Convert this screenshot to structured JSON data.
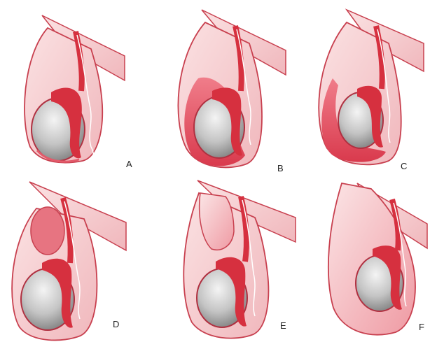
{
  "figure": {
    "panels": [
      {
        "label": "A",
        "variant": "normal"
      },
      {
        "label": "B",
        "variant": "tunica-fluid-around-testis"
      },
      {
        "label": "C",
        "variant": "tunica-fluid-thick-cap"
      },
      {
        "label": "D",
        "variant": "cyst-on-cord"
      },
      {
        "label": "E",
        "variant": "fluid-along-cord"
      },
      {
        "label": "F",
        "variant": "large-sac-to-groin"
      }
    ],
    "colors": {
      "skin": "#f4c7c9",
      "skin_dark": "#e8a0a6",
      "outline": "#c8404f",
      "fluid": "#e35a6a",
      "epididymis": "#d6303f",
      "testis_light": "#f2f2f2",
      "testis_dark": "#8a8a8a",
      "cord_vessel": "#ffffff"
    }
  }
}
